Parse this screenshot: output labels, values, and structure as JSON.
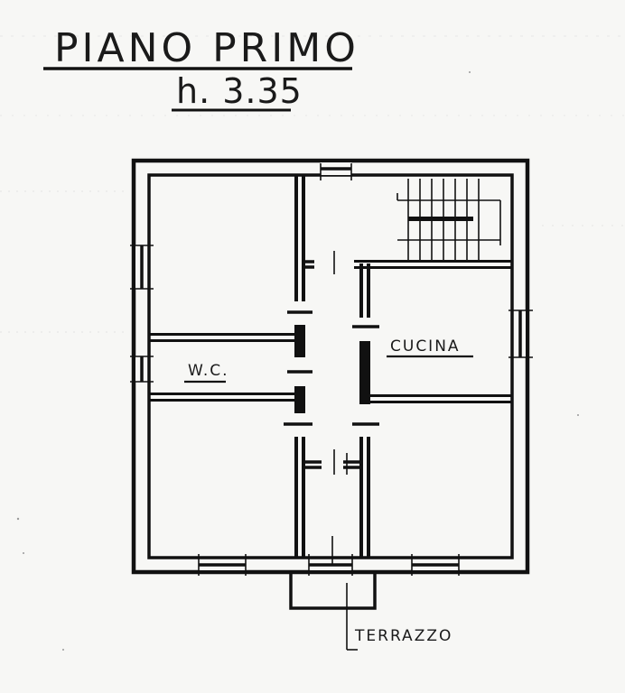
{
  "drawing": {
    "title": "PIANO PRIMO",
    "subtitle": "h. 3.35"
  },
  "rooms": {
    "wc": "W.C.",
    "cucina": "CUCINA",
    "terrazzo": "TERRAZZO"
  }
}
